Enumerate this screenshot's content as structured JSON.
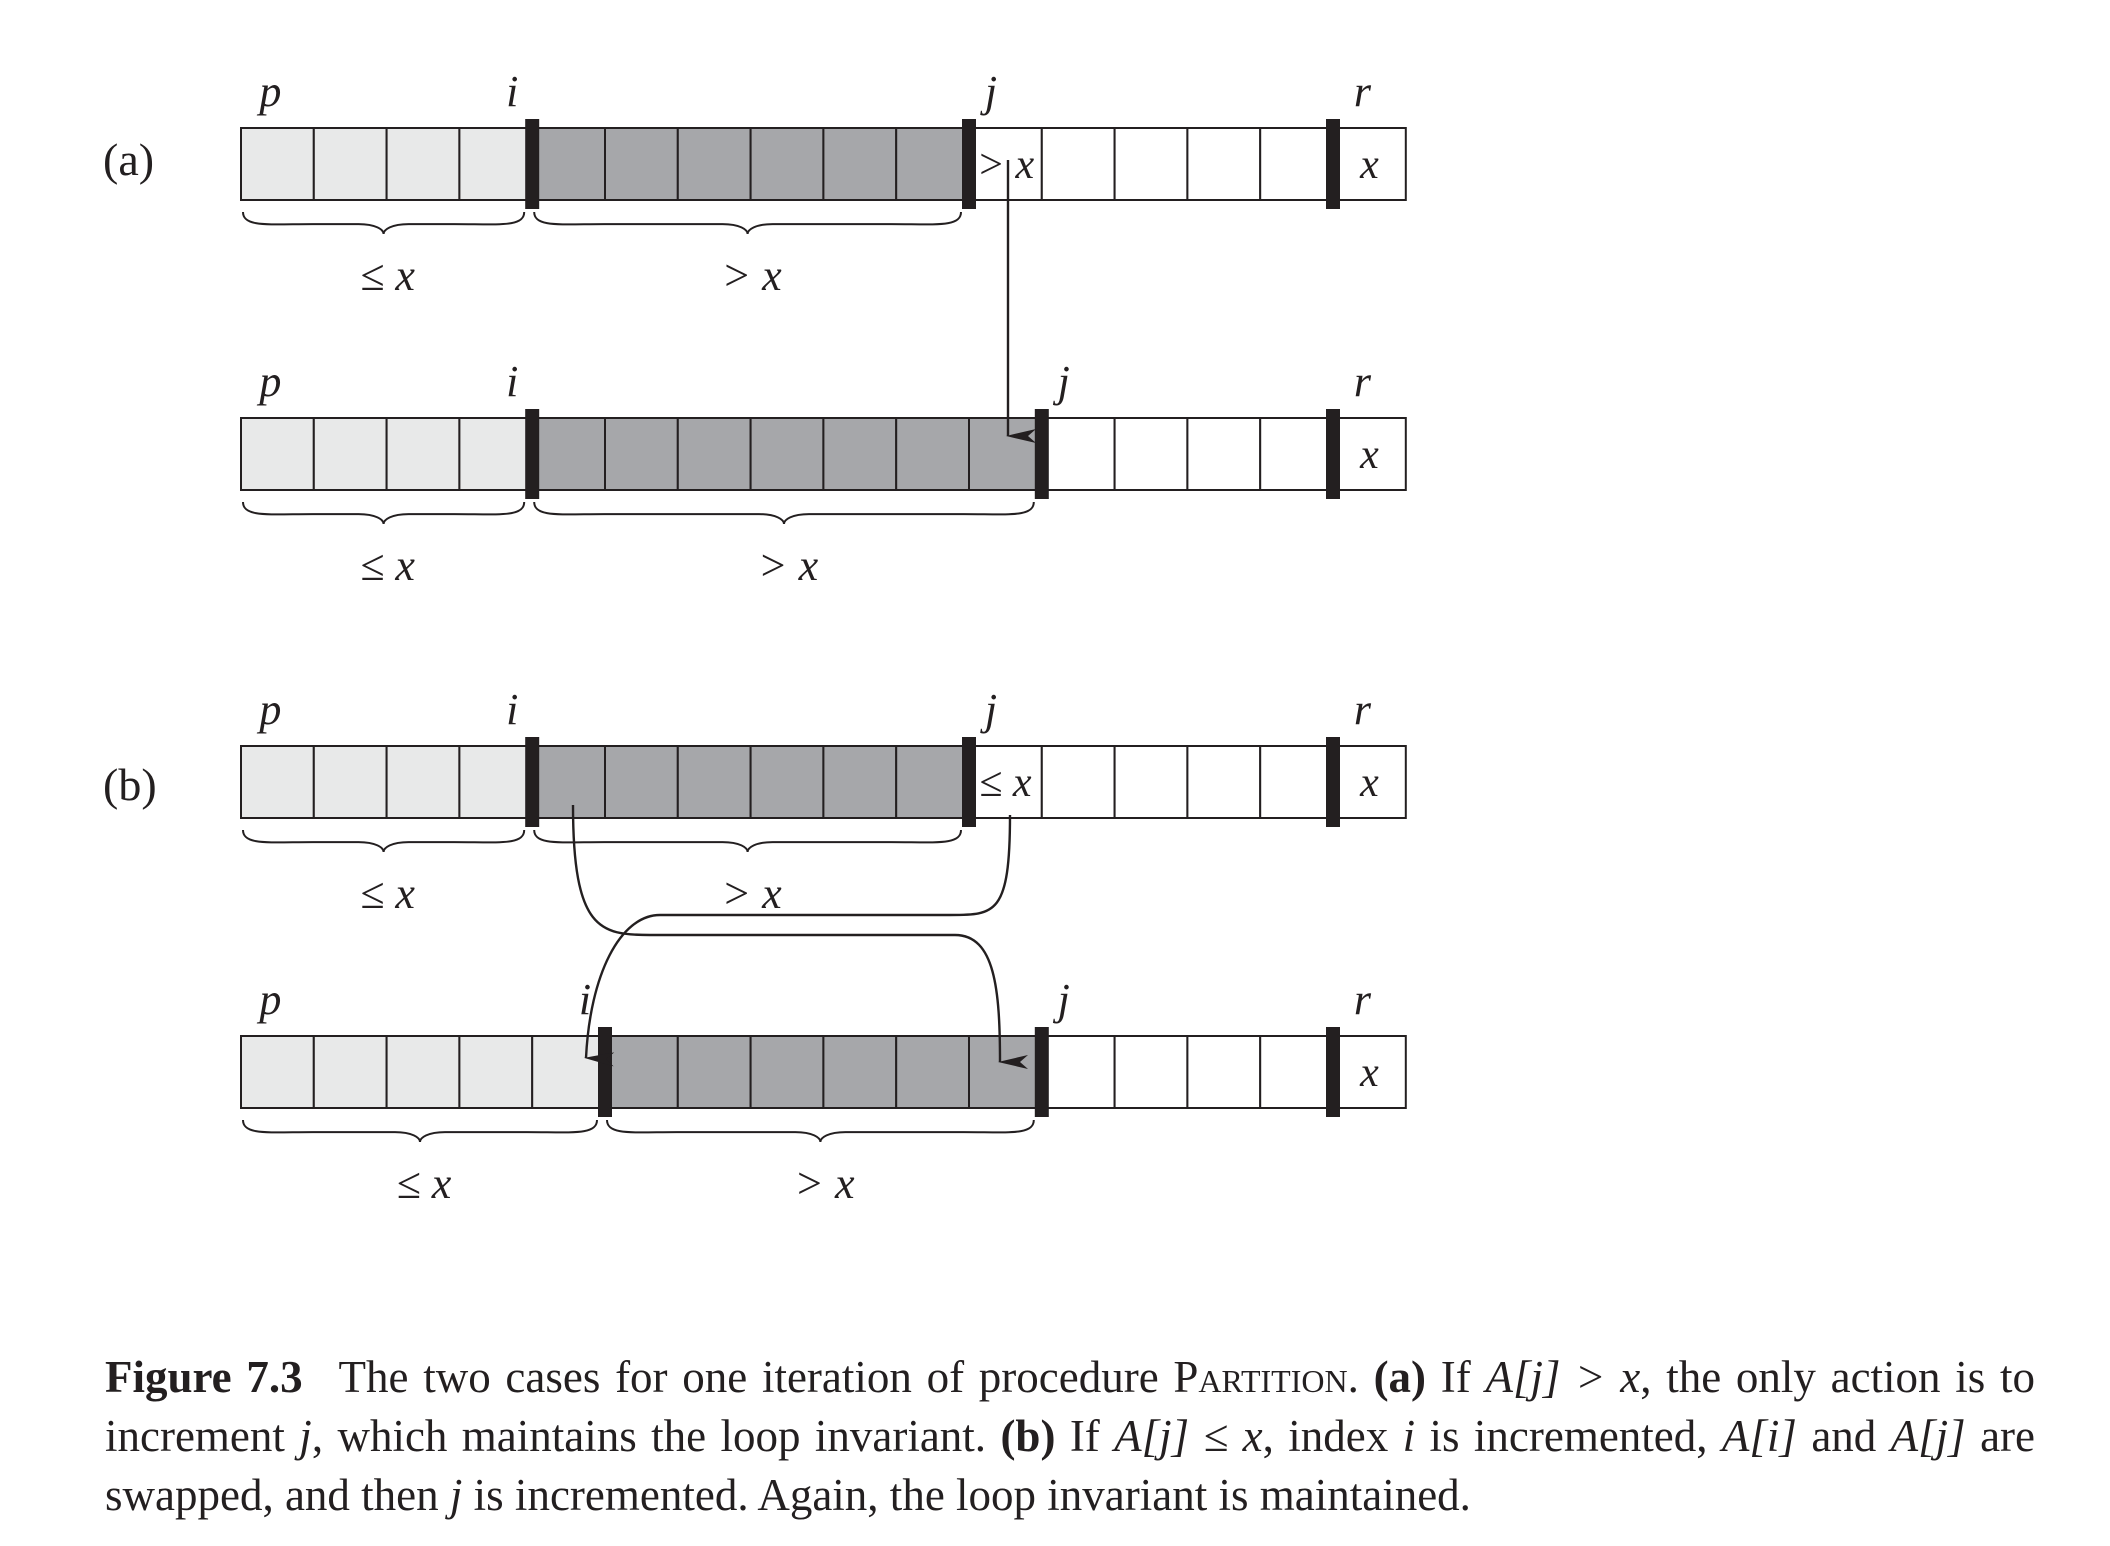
{
  "figure": {
    "parts": [
      {
        "label": "(a)",
        "rows": [
          {
            "cells": [
              "light",
              "light",
              "light",
              "light",
              "dark",
              "dark",
              "dark",
              "dark",
              "dark",
              "dark",
              "white",
              "white",
              "white",
              "white",
              "white",
              "white"
            ],
            "cell_texts": [
              "",
              "",
              "",
              "",
              "",
              "",
              "",
              "",
              "",
              "",
              "> x",
              "",
              "",
              "",
              "",
              "x"
            ],
            "dividers": [
              4,
              10,
              15
            ],
            "indices": [
              {
                "name": "p",
                "at": 0
              },
              {
                "name": "i",
                "at": 4
              },
              {
                "name": "j",
                "at": 10
              },
              {
                "name": "r",
                "at": 15
              }
            ],
            "braces": [
              {
                "from": 0,
                "to": 4,
                "label": "≤ x"
              },
              {
                "from": 4,
                "to": 10,
                "label": "> x"
              }
            ]
          },
          {
            "cells": [
              "light",
              "light",
              "light",
              "light",
              "dark",
              "dark",
              "dark",
              "dark",
              "dark",
              "dark",
              "dark",
              "white",
              "white",
              "white",
              "white",
              "white"
            ],
            "cell_texts": [
              "",
              "",
              "",
              "",
              "",
              "",
              "",
              "",
              "",
              "",
              "",
              "",
              "",
              "",
              "",
              "x"
            ],
            "dividers": [
              4,
              11,
              15
            ],
            "indices": [
              {
                "name": "p",
                "at": 0
              },
              {
                "name": "i",
                "at": 4
              },
              {
                "name": "j",
                "at": 11
              },
              {
                "name": "r",
                "at": 15
              }
            ],
            "braces": [
              {
                "from": 0,
                "to": 4,
                "label": "≤ x"
              },
              {
                "from": 4,
                "to": 11,
                "label": "> x"
              }
            ]
          }
        ]
      },
      {
        "label": "(b)",
        "rows": [
          {
            "cells": [
              "light",
              "light",
              "light",
              "light",
              "dark",
              "dark",
              "dark",
              "dark",
              "dark",
              "dark",
              "white",
              "white",
              "white",
              "white",
              "white",
              "white"
            ],
            "cell_texts": [
              "",
              "",
              "",
              "",
              "",
              "",
              "",
              "",
              "",
              "",
              "≤ x",
              "",
              "",
              "",
              "",
              "x"
            ],
            "dividers": [
              4,
              10,
              15
            ],
            "indices": [
              {
                "name": "p",
                "at": 0
              },
              {
                "name": "i",
                "at": 4
              },
              {
                "name": "j",
                "at": 10
              },
              {
                "name": "r",
                "at": 15
              }
            ],
            "braces": [
              {
                "from": 0,
                "to": 4,
                "label": "≤ x"
              },
              {
                "from": 4,
                "to": 10,
                "label": "> x"
              }
            ]
          },
          {
            "cells": [
              "light",
              "light",
              "light",
              "light",
              "light",
              "dark",
              "dark",
              "dark",
              "dark",
              "dark",
              "dark",
              "white",
              "white",
              "white",
              "white",
              "white"
            ],
            "cell_texts": [
              "",
              "",
              "",
              "",
              "",
              "",
              "",
              "",
              "",
              "",
              "",
              "",
              "",
              "",
              "",
              "x"
            ],
            "dividers": [
              5,
              11,
              15
            ],
            "indices": [
              {
                "name": "p",
                "at": 0
              },
              {
                "name": "i",
                "at": 5
              },
              {
                "name": "j",
                "at": 11
              },
              {
                "name": "r",
                "at": 15
              }
            ],
            "braces": [
              {
                "from": 0,
                "to": 5,
                "label": "≤ x"
              },
              {
                "from": 5,
                "to": 11,
                "label": "> x"
              }
            ]
          }
        ]
      }
    ],
    "colors": {
      "light": "#e8e9e9",
      "dark": "#a6a7aa",
      "white": "#ffffff",
      "ink": "#231f20"
    }
  },
  "caption": {
    "fig_label": "Figure 7.3",
    "s1": "The two cases for one iteration of procedure ",
    "proc": "Partition",
    "s2": ". ",
    "a_label": "(a)",
    "s3": " If ",
    "s4": ", the only action is to increment ",
    "s5": ", which maintains the loop invariant. ",
    "b_label": "(b)",
    "s6": " If ",
    "s7": ", index ",
    "s8": " is incremented, ",
    "s9": " and ",
    "s10": " are swapped, and then ",
    "s11": " is incremented. Again, the loop invariant is maintained.",
    "expr_gt": "A[j] > x",
    "expr_le": "A[j] ≤ x",
    "var_j": "j",
    "var_i": "i",
    "expr_ai": "A[i]",
    "expr_aj": "A[j]"
  }
}
